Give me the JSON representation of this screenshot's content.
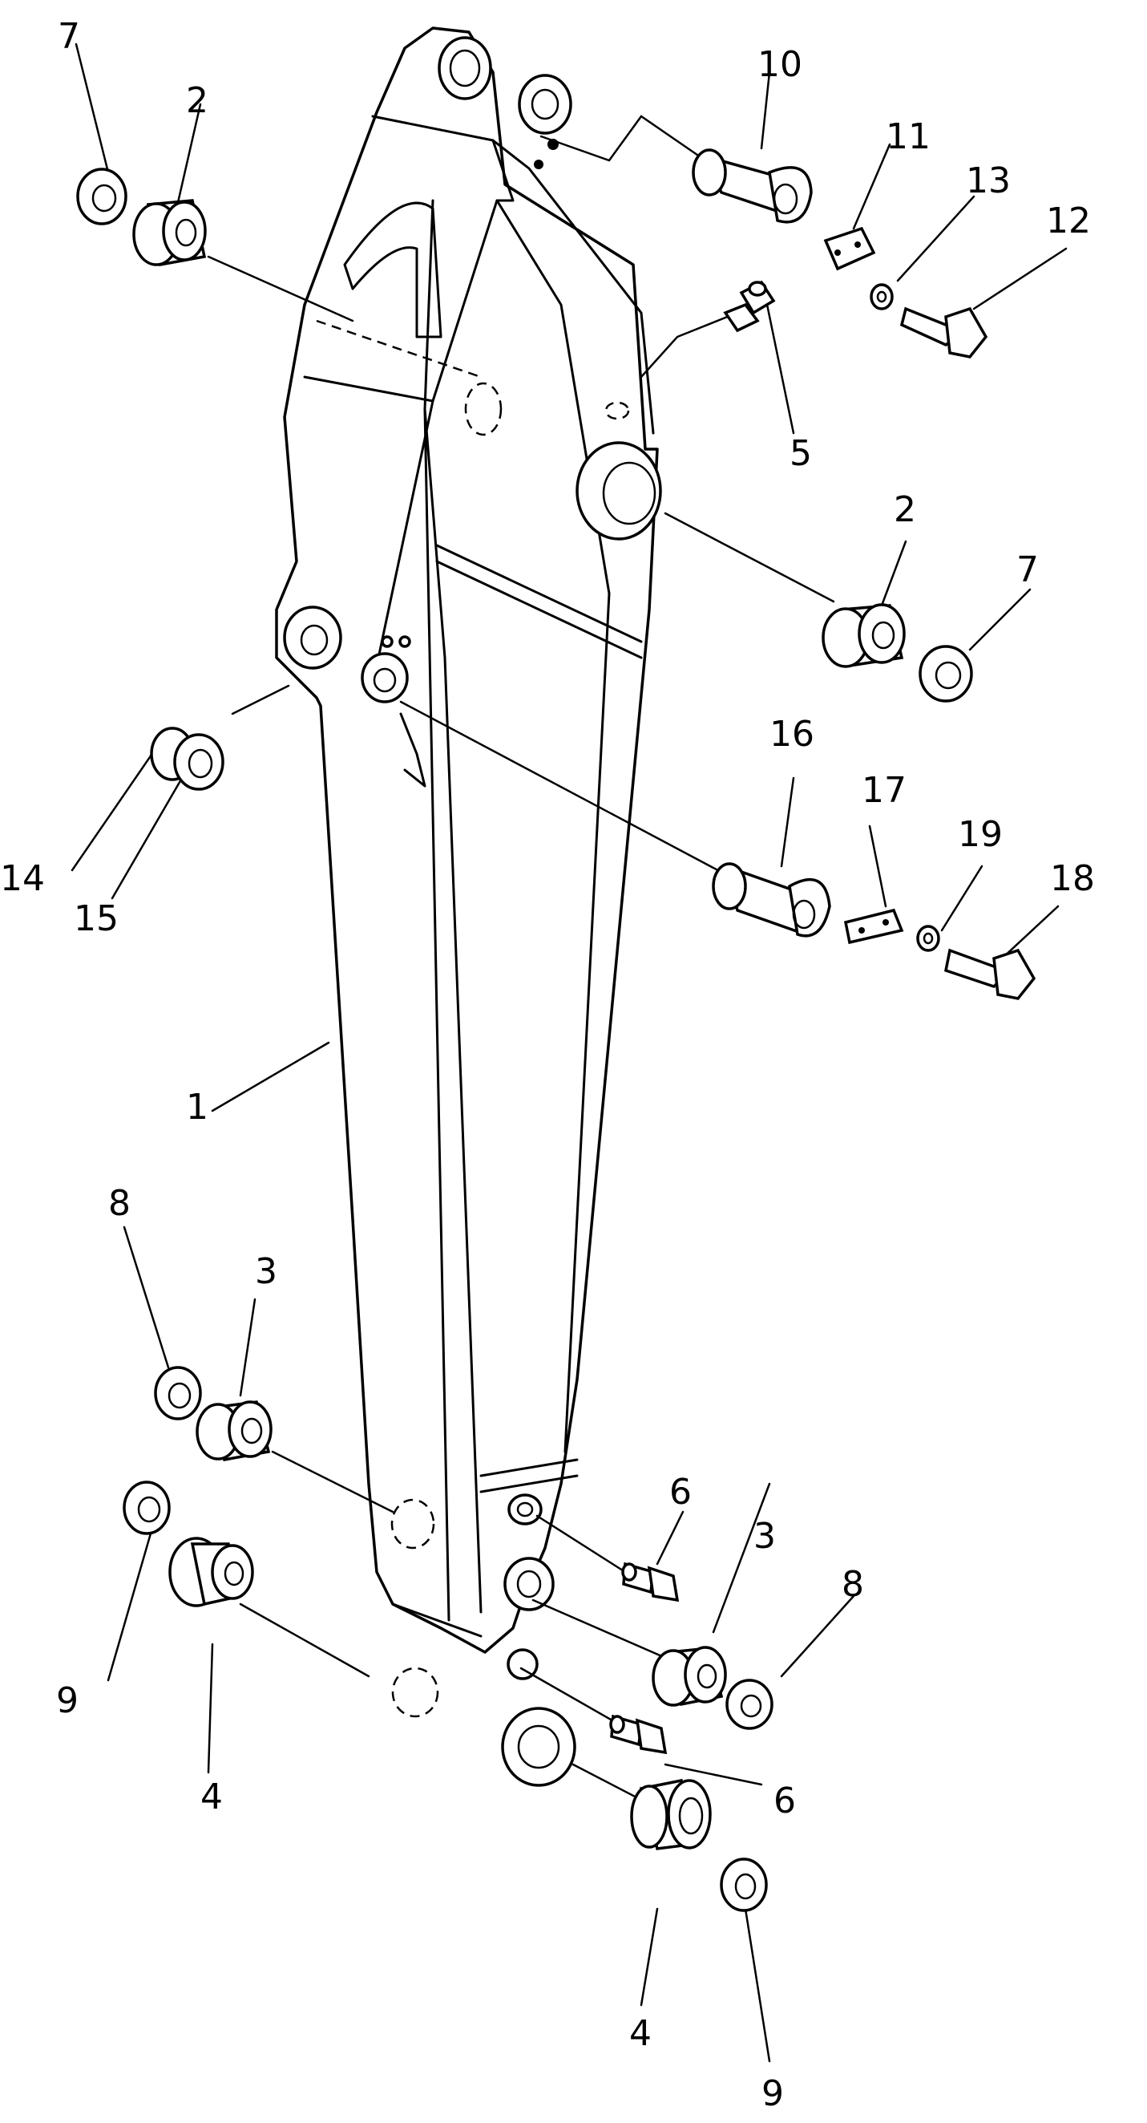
{
  "diagram": {
    "callouts": [
      {
        "id": "c1",
        "text": "1"
      },
      {
        "id": "c2a",
        "text": "2"
      },
      {
        "id": "c2b",
        "text": "2"
      },
      {
        "id": "c3a",
        "text": "3"
      },
      {
        "id": "c3b",
        "text": "3"
      },
      {
        "id": "c4a",
        "text": "4"
      },
      {
        "id": "c4b",
        "text": "4"
      },
      {
        "id": "c5",
        "text": "5"
      },
      {
        "id": "c6a",
        "text": "6"
      },
      {
        "id": "c6b",
        "text": "6"
      },
      {
        "id": "c7a",
        "text": "7"
      },
      {
        "id": "c7b",
        "text": "7"
      },
      {
        "id": "c8a",
        "text": "8"
      },
      {
        "id": "c8b",
        "text": "8"
      },
      {
        "id": "c9a",
        "text": "9"
      },
      {
        "id": "c9b",
        "text": "9"
      },
      {
        "id": "c10",
        "text": "10"
      },
      {
        "id": "c11",
        "text": "11"
      },
      {
        "id": "c12",
        "text": "12"
      },
      {
        "id": "c13",
        "text": "13"
      },
      {
        "id": "c14",
        "text": "14"
      },
      {
        "id": "c15",
        "text": "15"
      },
      {
        "id": "c16",
        "text": "16"
      },
      {
        "id": "c17",
        "text": "17"
      },
      {
        "id": "c18",
        "text": "18"
      },
      {
        "id": "c19",
        "text": "19"
      }
    ]
  }
}
